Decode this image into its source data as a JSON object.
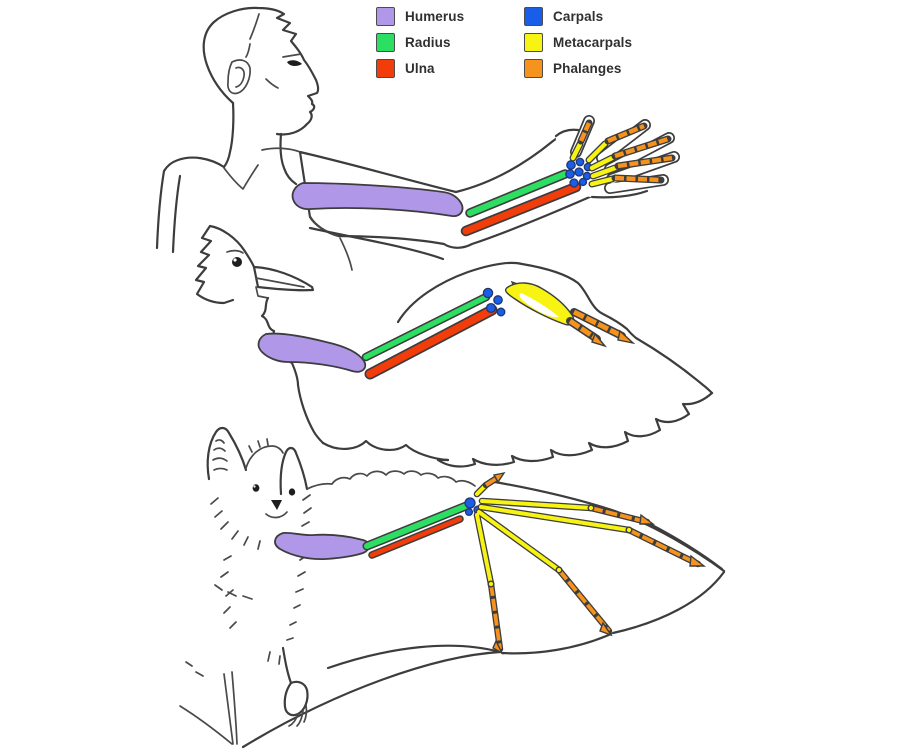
{
  "legend": {
    "items": [
      {
        "id": "humerus",
        "label": "Humerus",
        "color": "#b097e8"
      },
      {
        "id": "radius",
        "label": "Radius",
        "color": "#2cdf63"
      },
      {
        "id": "ulna",
        "label": "Ulna",
        "color": "#f23c0a"
      },
      {
        "id": "carpals",
        "label": "Carpals",
        "color": "#185ee8"
      },
      {
        "id": "metacarpals",
        "label": "Metacarpals",
        "color": "#f7f312"
      },
      {
        "id": "phalanges",
        "label": "Phalanges",
        "color": "#f6921e"
      }
    ]
  },
  "figures": [
    "human-forelimb",
    "bird-wing",
    "bat-wing"
  ],
  "ink_color": "#3d3d3d",
  "background_color": "#ffffff"
}
